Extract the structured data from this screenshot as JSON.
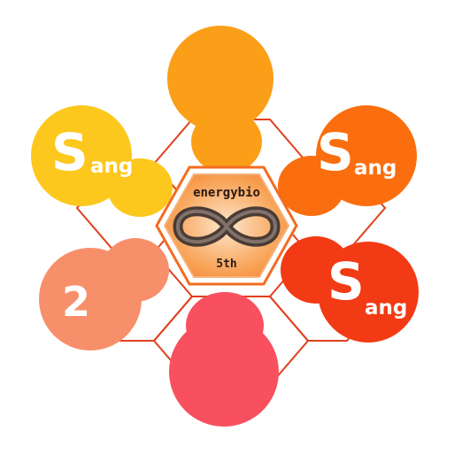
{
  "center": {
    "title": "energybio",
    "subtitle": "5th",
    "icon": "infinity-icon"
  },
  "petals": {
    "left_top": {
      "letter": "S",
      "suffix": "ang",
      "color": "#fcc81e"
    },
    "right_top": {
      "letter": "S",
      "suffix": "ang",
      "color": "#fa6e0f"
    },
    "right_bottom": {
      "letter": "S",
      "suffix": "ang",
      "color": "#f23a14"
    },
    "left_bottom": {
      "number": "2",
      "color": "#f7906a"
    },
    "top": {
      "color": "#fb9f18"
    },
    "bottom": {
      "color": "#f8505f"
    }
  },
  "colors": {
    "hexagon_outline": "#e0401e",
    "center_hexagon_fill": "#f8a255",
    "center_hexagon_border": "#f36c20",
    "center_inner_glow": "#fbdcc0"
  }
}
